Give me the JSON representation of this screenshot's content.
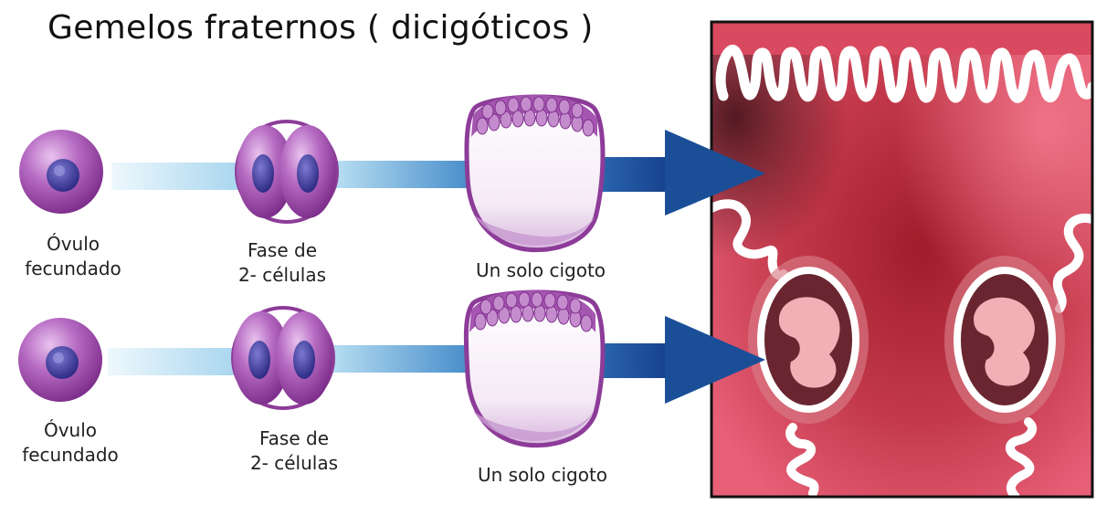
{
  "title": "Gemelos fraternos ( dicigóticos )",
  "rows": [
    {
      "ovum_label": [
        "Óvulo",
        "fecundado"
      ],
      "two_cell_label": [
        "Fase de",
        "2- células"
      ],
      "zygote_label": "Un solo cigoto"
    },
    {
      "ovum_label": [
        "Óvulo",
        "fecundado"
      ],
      "two_cell_label": [
        "Fase de",
        "2- células"
      ],
      "zygote_label": "Un solo cigoto"
    }
  ],
  "colors": {
    "cell_purple": "#8c3c98",
    "nucleus": "#3b3a8f",
    "arrow_blue": "#1a4f98",
    "beam_light": "#d6eef8",
    "uterus_wall": "#e25a6e",
    "uterus_inner": "#a1232f",
    "ovary": "#f0a8ae"
  }
}
